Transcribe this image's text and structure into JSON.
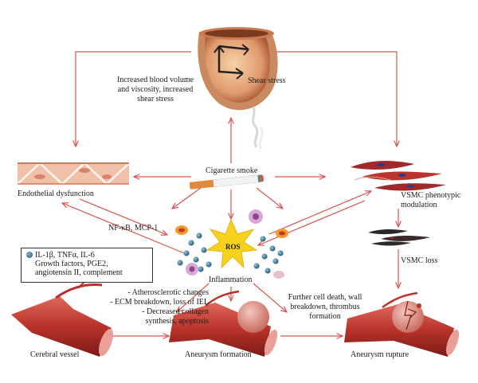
{
  "labels": {
    "shear_cause": [
      "Increased blood volume",
      "and viscosity, increased",
      "shear stress"
    ],
    "shear_stress": "Shear stress",
    "cigarette_smoke": "Cigarette smoke",
    "endothelial": "Endothelial dysfunction",
    "vsmc_modulation": [
      "VSMC phenotypic",
      "modulation"
    ],
    "nfkb": "NF-κB, MCP-1",
    "ros": "ROS",
    "inflammation": "Inflammation",
    "vsmc_loss": "VSMC loss",
    "changes": [
      "- Atherosclerotic changes",
      "- ECM breakdown, loss of IEL",
      "- Decreased collagen",
      "synthesis, apoptosis"
    ],
    "further": [
      "Further cell death, wall",
      "breakdown, thrombus",
      "formation"
    ],
    "cerebral": "Cerebral vessel",
    "formation": "Aneurysm formation",
    "rupture": "Aneurysm rupture"
  },
  "legend": {
    "line1": "IL-1β, TNFα, IL-6",
    "line2": "Growth factors, PGE2,",
    "line3": "angiotensin II, complement"
  },
  "colors": {
    "arrow": "#d9534f",
    "vessel": "#b8322a",
    "ros_star": "#f6d21e",
    "cytokine": "#2d6f8f",
    "endothelial": "#e9a98a",
    "vsmc": "#a3282a",
    "vsmc_dark": "#2a2a2a",
    "cigarette_filter": "#e08a3c"
  }
}
